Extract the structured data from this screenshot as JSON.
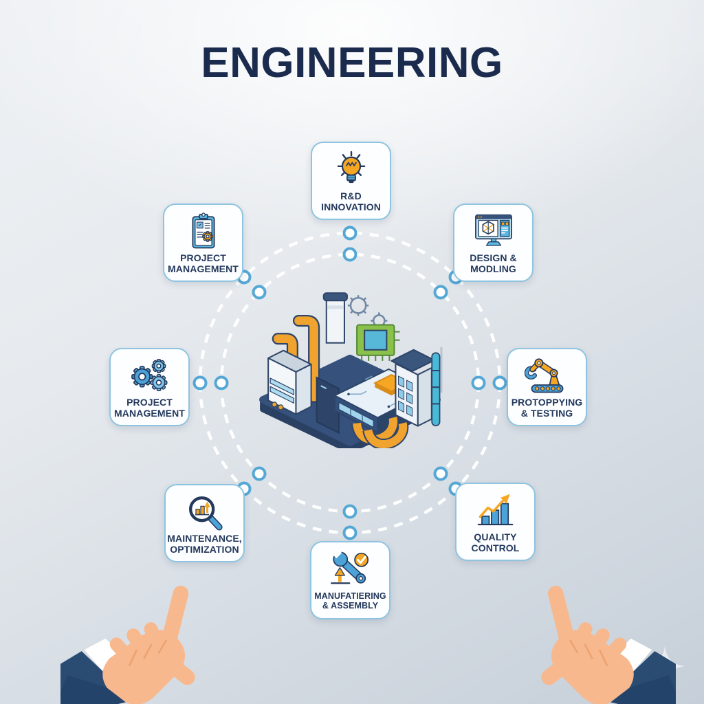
{
  "title": "ENGINEERING",
  "colors": {
    "title_text": "#1b2b4d",
    "card_border": "#8ec4df",
    "card_text": "#24395c",
    "node_ring": "#55a8d5",
    "ring_dash": "#ffffff",
    "accent_orange": "#f5a623",
    "accent_blue": "#4ba3d8",
    "navy": "#2e4468",
    "suit_sleeve": "#2b4c72",
    "skin": "#f7b88d"
  },
  "cards": [
    {
      "id": "rd-innovation",
      "position": "top",
      "icon": "lightbulb-icon",
      "line1": "R&D",
      "line2": "INNOVATION"
    },
    {
      "id": "design-modling",
      "position": "top-right",
      "icon": "cad-monitor-icon",
      "line1": "DESIGN &",
      "line2": "MODLING"
    },
    {
      "id": "prototyping-testing",
      "position": "right",
      "icon": "robot-arm-icon",
      "line1": "PROTOPPYING",
      "line2": "& TESTING"
    },
    {
      "id": "quality-control",
      "position": "bottom-right",
      "icon": "growth-chart-icon",
      "line1": "QUALITY",
      "line2": "CONTROL"
    },
    {
      "id": "manufacturing-assembly",
      "position": "bottom",
      "icon": "wrench-check-icon",
      "line1": "MANUFATIERING",
      "line2": "& ASSEMBLY"
    },
    {
      "id": "maintenance-optimization",
      "position": "bottom-left",
      "icon": "magnifier-chart-icon",
      "line1": "MAINTENANCE,",
      "line2": "OPTIMIZATION"
    },
    {
      "id": "project-management-gears",
      "position": "left",
      "icon": "gears-icon",
      "line1": "PROJECT",
      "line2": "MANAGEMENT"
    },
    {
      "id": "project-management-clipboard",
      "position": "top-left",
      "icon": "clipboard-icon",
      "line1": "PROJECT",
      "line2": "MANAGEMENT"
    }
  ]
}
